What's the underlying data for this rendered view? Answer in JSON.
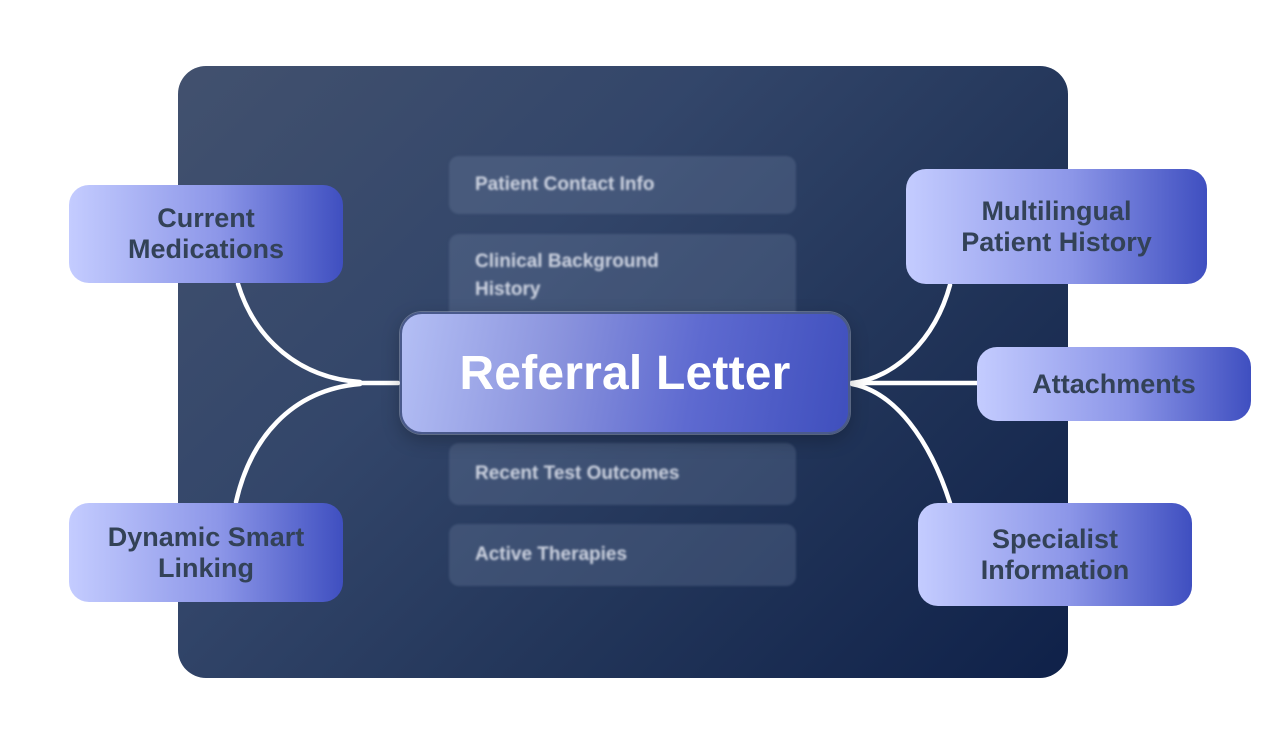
{
  "diagram": {
    "center": {
      "label": "Referral Letter"
    },
    "background_sections": [
      {
        "label": "Patient Contact Info"
      },
      {
        "label": "Clinical Background History"
      },
      {
        "label": "Recent Test Outcomes"
      },
      {
        "label": "Active Therapies"
      }
    ],
    "left_nodes": [
      {
        "label": "Current Medications"
      },
      {
        "label": "Dynamic Smart Linking"
      }
    ],
    "right_nodes": [
      {
        "label": "Multilingual Patient History"
      },
      {
        "label": "Attachments"
      },
      {
        "label": "Specialist Information"
      }
    ],
    "colors": {
      "panel_dark": "#0f2149",
      "panel_light": "#42516e",
      "center_gradient_start": "#b4bff5",
      "center_gradient_end": "#3f4fbd",
      "node_fill": "#e6eaf3",
      "node_text": "#334257",
      "node_border_accent": "#3f4fc0",
      "connector": "#ffffff"
    }
  }
}
